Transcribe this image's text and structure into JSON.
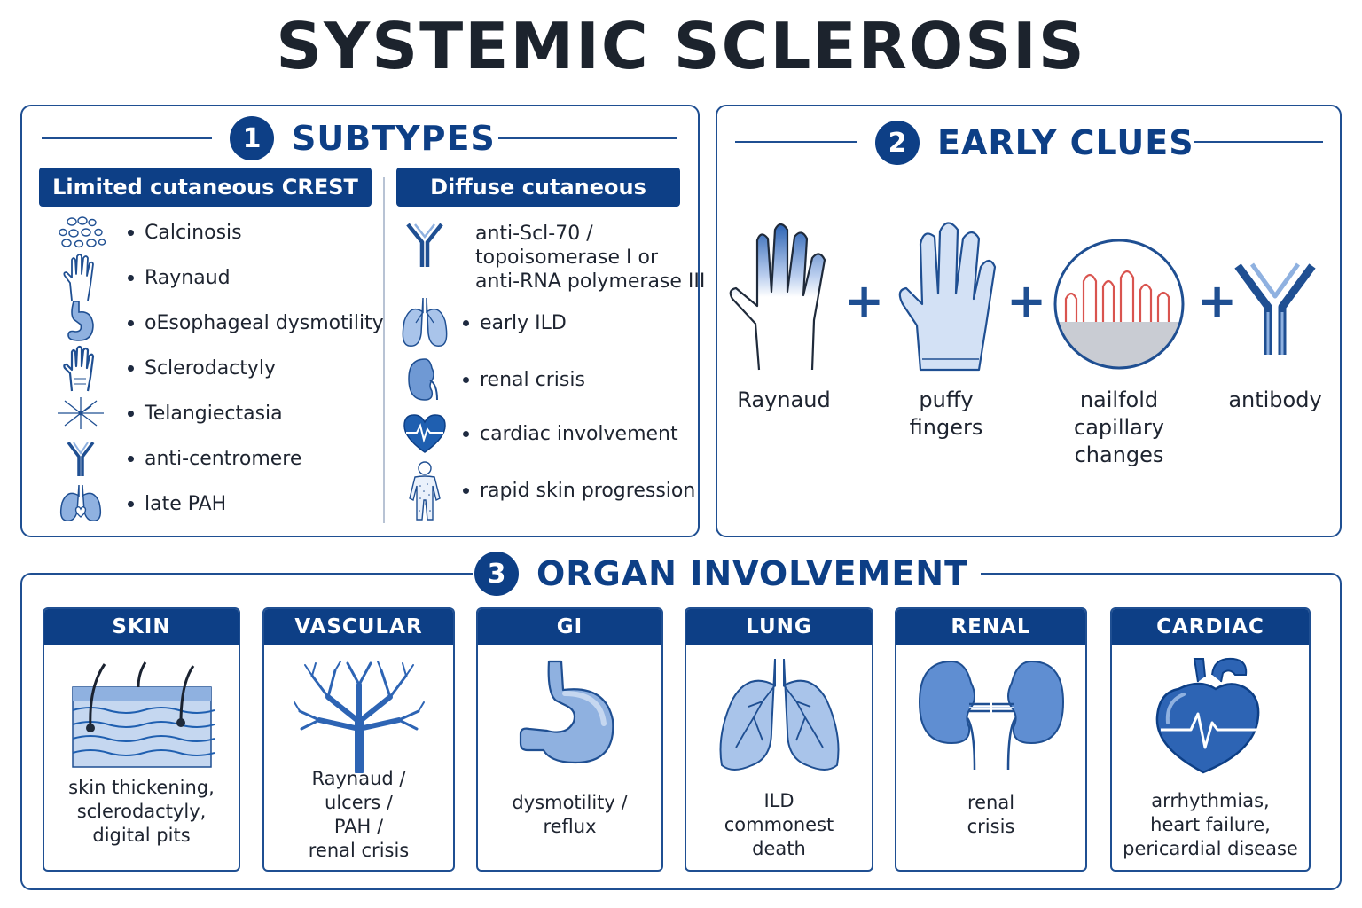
{
  "title": "SYSTEMIC SCLEROSIS",
  "subtypes": {
    "number": "1",
    "title": "SUBTYPES",
    "limited": {
      "header": "Limited cutaneous CREST",
      "items": [
        "Calcinosis",
        "Raynaud",
        "oEsophageal dysmotility",
        "Sclerodactyly",
        "Telangiectasia",
        "anti-centromere",
        "late PAH"
      ]
    },
    "diffuse": {
      "header": "Diffuse cutaneous",
      "antibody_lines": [
        "anti-Scl-70 /",
        "topoisomerase I or",
        "anti-RNA polymerase III"
      ],
      "items": [
        "early ILD",
        "renal crisis",
        "cardiac involvement",
        "rapid skin progression"
      ]
    }
  },
  "clues": {
    "number": "2",
    "title": "EARLY CLUES",
    "items": [
      {
        "lines": [
          "Raynaud"
        ]
      },
      {
        "lines": [
          "puffy",
          "fingers"
        ]
      },
      {
        "lines": [
          "nailfold",
          "capillary",
          "changes"
        ]
      },
      {
        "lines": [
          "antibody"
        ]
      }
    ],
    "plus": "+"
  },
  "organs": {
    "number": "3",
    "title": "ORGAN INVOLVEMENT",
    "cards": [
      {
        "header": "SKIN",
        "lines": [
          "skin thickening,",
          "sclerodactyly,",
          "digital pits"
        ]
      },
      {
        "header": "VASCULAR",
        "lines": [
          "Raynaud /",
          "ulcers /",
          "PAH /",
          "renal crisis"
        ]
      },
      {
        "header": "GI",
        "lines": [
          "dysmotility /",
          "reflux"
        ]
      },
      {
        "header": "LUNG",
        "lines": [
          "ILD",
          "commonest",
          "death"
        ]
      },
      {
        "header": "RENAL",
        "lines": [
          "renal",
          "crisis"
        ]
      },
      {
        "header": "CARDIAC",
        "lines": [
          "arrhythmias,",
          "heart failure,",
          "pericardial disease"
        ]
      }
    ]
  },
  "colors": {
    "navy": "#0d3f86",
    "border": "#1f4f92",
    "icon_fill": "#8fb1e0",
    "capillary": "#d9544f"
  }
}
